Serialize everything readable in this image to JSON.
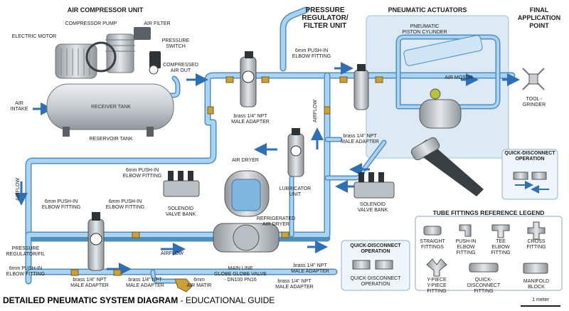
{
  "titles": {
    "air_compressor_unit": "AIR COMPRESSOR UNIT",
    "pressure_regulator_filter_unit": "PRESSURE\nREGULATOR/\nFILTER UNIT",
    "pneumatic_actuators": "PNEUMATIC ACTUATORS",
    "final_application_point": "FINAL\nAPPLICATION\nPOINT",
    "legend_title": "TUBE FITTINGS REFERENCE LEGEND"
  },
  "footer": {
    "title_bold": "DETAILED PNEUMATIC SYSTEM DIAGRAM",
    "title_rest": " - EDUCATIONAL GUIDE",
    "scale_label": "1 meter"
  },
  "labels": {
    "compressor_pump": "COMPRESSOR PUMP",
    "air_filter": "AIR FILTER",
    "electric_motor": "ELECTRIC MOTOR",
    "pressure_switch": "PRESSURE\nSWITCH",
    "compressed_air_out": "COMPRESSED\nAIR OUT",
    "air_intake": "AIR\nINTAKE",
    "receiver_tank": "RECEIVER TANK",
    "reservoir_tank": "RESERVOIR TANK",
    "elbow_top": "6mm PUSH-IN\nELBOW FITTING",
    "adapter_reg1": "brass 1/4\" NPT\nMALE ADAPTER",
    "airflow_vertical": "AIRFLOW",
    "adapter_reg2": "brass 1/4\" NPT\nMALE ADAPTER",
    "pneumatic_piston_cylinder": "PNEUMATIC\nPISTON CYLINDER",
    "air_motor": "AIR MOTOR",
    "tool_grinder": "TOOL -\nGRINDER",
    "qd_operation_right": "QUICK-DISCONNECT\nOPERATION",
    "air_dryer": "AIR DRYER",
    "lubricator_unit": "LUBRICATOR\nUNIT",
    "elbow_mid": "6mm PUSH-IN\nELBOW FITTING",
    "solenoid_left": "SOLENOID\nVALVE BANK",
    "solenoid_right": "SOLENOID\nVALVE BANK",
    "elbow_left1": "6mm PUSH-IN\nELBOW FITTING",
    "elbow_left2": "6mm PUSH-IN\nELBOW FITTING",
    "airflow_left": "AIRFLOW",
    "refrigerated_air_dryer": "REFRIGERATED\nAIR DRYER",
    "pressure_regulator_fil": "PRESSURE\nREGULATOR/FIL",
    "elbow_bottom": "6mm PUSH-IN\nELBOW FITTING",
    "airflow_bottom": "AIRFLOW",
    "main_line_valve": "MAIN LINE\nGLOBE GLOBE VALVE\n- DN100 PN16",
    "adapter_b1": "brass 1/4\" NPT\nMALE ADAPTER",
    "adapter_b2": "brass 1/4\" NPT\nMALE ADAPTER",
    "adapter_b3": "brass 1/4\" NPT\nMALE ADAPTER",
    "adapter_b4": "brass 1/4\" NPT\nMALE ADAPTER",
    "air_matir": "6mm\nAIR MATIR",
    "qd_operation_box_top": "QUICK-DISCONNECT\nOPERATION",
    "qd_operation_box_bottom": "QUICK-DISCONNECT\nOPERATION"
  },
  "legend": [
    "STRAIGHT\nFITTINGS",
    "PUSH-IN\nELBOW FITTING",
    "TEE\nELBOW FITTING",
    "CROSS\nFITTING",
    "Y-PIECE\nY-PIECE FITTING",
    "QUICK-DISCONNECT\nFITTING",
    "MANIFOLD BLOCK"
  ],
  "colors": {
    "tube": "#8fc3e8",
    "tube_edge": "#4f8fc0",
    "arrow": "#2f6fb5",
    "metal": "#c9ccd0",
    "brass": "#c9a03a",
    "panel": "#dceaf5"
  }
}
